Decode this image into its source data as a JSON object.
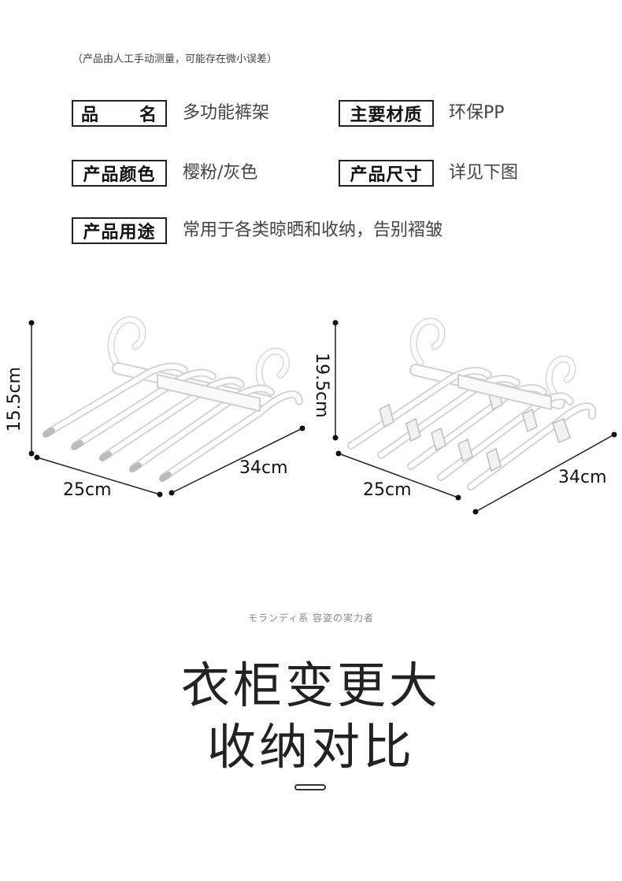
{
  "note": "（产品由人工手动测量，可能存在微小误差）",
  "specs": {
    "name": {
      "label_a": "品",
      "label_b": "名",
      "value": "多功能裤架"
    },
    "material": {
      "label": "主要材质",
      "value": "环保PP"
    },
    "color": {
      "label": "产品颜色",
      "value": "樱粉/灰色"
    },
    "size": {
      "label": "产品尺寸",
      "value": "详见下图"
    },
    "usage": {
      "label": "产品用途",
      "value": "常用于各类晾晒和收纳，告别褶皱"
    }
  },
  "left_product": {
    "height": "15.5cm",
    "width": "25cm",
    "depth": "34cm"
  },
  "right_product": {
    "height": "19.5cm",
    "width": "25cm",
    "depth": "34cm"
  },
  "tagline": "モランディ系 容姿の実力者",
  "headline": {
    "line1": "衣柜变更大",
    "line2": "收纳对比"
  }
}
